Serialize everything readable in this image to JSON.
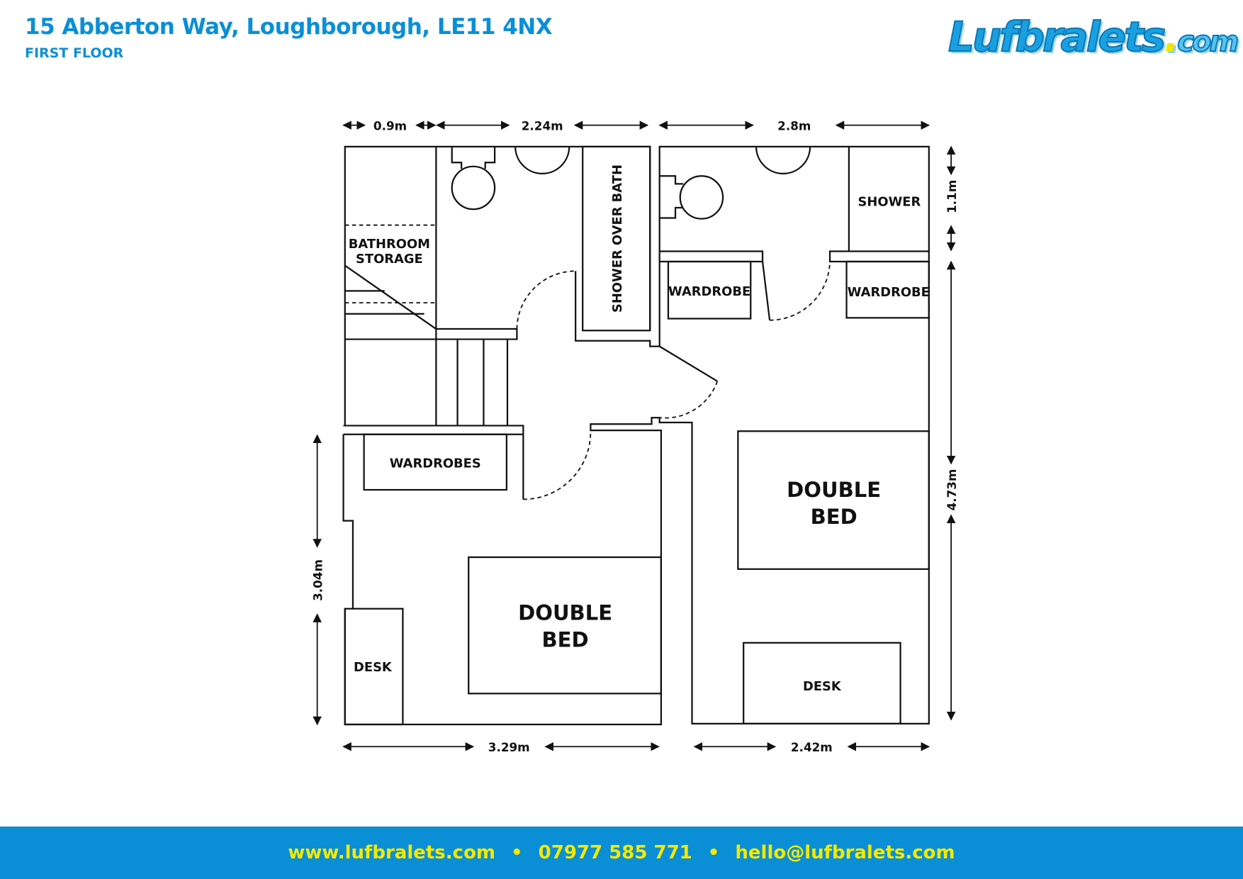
{
  "header": {
    "title": "15 Abberton Way, Loughborough, LE11 4NX",
    "subtitle": "FIRST FLOOR"
  },
  "logo": {
    "text_main": "Lufbralets",
    "text_dot": ".",
    "text_com": "com"
  },
  "rooms": {
    "bathroom_storage": [
      "BATHROOM",
      "STORAGE"
    ],
    "shower_over_bath": "SHOWER OVER BATH",
    "shower": "SHOWER",
    "wardrobe_left": "WARDROBE",
    "wardrobe_right": "WARDROBE",
    "wardrobes": "WARDROBES",
    "bed_left": [
      "DOUBLE",
      "BED"
    ],
    "bed_right": [
      "DOUBLE",
      "BED"
    ],
    "desk_left": "DESK",
    "desk_right": "DESK"
  },
  "dimensions": {
    "top_1": "0.9m",
    "top_2": "2.24m",
    "top_3": "2.8m",
    "right_1": "1.1m",
    "right_2": "4.73m",
    "left_1": "3.04m",
    "bottom_1": "3.29m",
    "bottom_2": "2.42m"
  },
  "footer": {
    "website": "www.lufbralets.com",
    "sep": "•",
    "phone": "07977 585 771",
    "email": "hello@lufbralets.com"
  },
  "colors": {
    "brand_blue": "#0a8fd6",
    "footer_text": "#f5e900"
  }
}
